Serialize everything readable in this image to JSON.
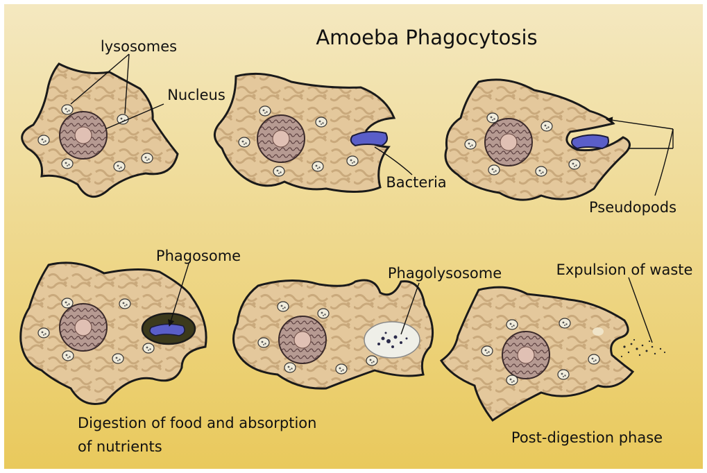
{
  "diagram": {
    "title": "Amoeba Phagocytosis",
    "labels": {
      "lysosomes": "lysosomes",
      "nucleus": "Nucleus",
      "bacteria": "Bacteria",
      "pseudopods": "Pseudopods",
      "phagosome": "Phagosome",
      "phagolysosome": "Phagolysosome",
      "expulsion": "Expulsion of waste",
      "digestion_line1": "Digestion of food and absorption",
      "digestion_line2": "of nutrients",
      "post_digestion": "Post-digestion phase"
    },
    "colors": {
      "background_top": "#f4e8c0",
      "background_bottom": "#e9c95c",
      "cytoplasm": "#e4c89c",
      "cytoplasm_pattern": "#c9a97c",
      "outline": "#1a1a1a",
      "nucleus": "#b69a92",
      "bacteria": "#5a5ec8",
      "phagosome": "#3c3a1c",
      "phagolysosome": "#efefe8"
    }
  }
}
